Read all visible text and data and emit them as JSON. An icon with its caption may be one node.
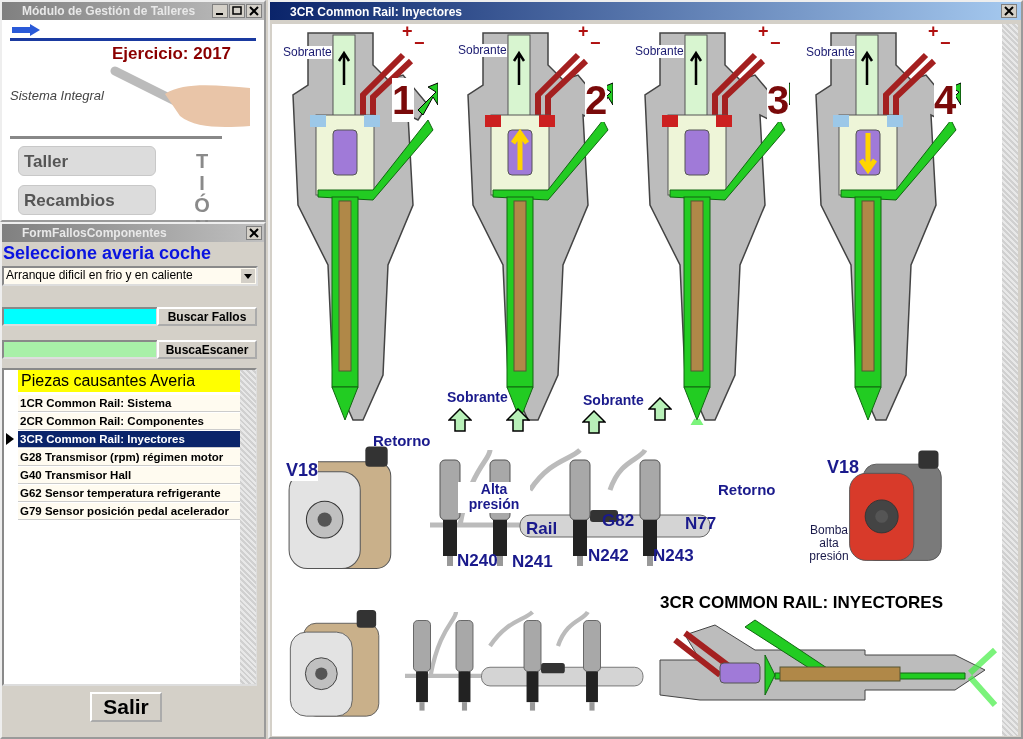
{
  "diagram": {
    "title": "3CR  Common Rail: Inyectores",
    "labels": [
      "Módulo de Gestión de Talleres",
      "Ejercicio: 2017",
      "Sistema Integral",
      "Taller",
      "Recambios",
      "TIÓN",
      "FormFallosComponentes",
      "Seleccione averia coche",
      "Arranque dificil en frio y en caliente",
      "Buscar Fallos",
      "BuscaEscaner",
      "Piezas causantes Averia",
      "1CR  Common Rail: Sistema",
      "2CR  Common Rail: Componentes",
      "3CR  Common Rail: Inyectores",
      "G28  Transmisor (rpm) régimen motor",
      "G40  Transmisor Hall",
      "G62  Sensor temperatura refrigerante",
      "G79  Sensor posición pedal acelerador",
      "Salir",
      "Sobrante",
      "Sobrante",
      "Sobrante",
      "Sobrante",
      "1",
      "2",
      "3",
      "4",
      "+",
      "−",
      "+",
      "−",
      "+",
      "−",
      "+",
      "−",
      "Sobrante",
      "Sobrante",
      "Retorno",
      "V18",
      "Alta presión",
      "Retorno",
      "Rail",
      "G82",
      "N77",
      "N240",
      "N241",
      "N242",
      "N243",
      "V18",
      "Bomba alta presión",
      "3CR  COMMON RAIL: INYECTORES"
    ]
  }
}
